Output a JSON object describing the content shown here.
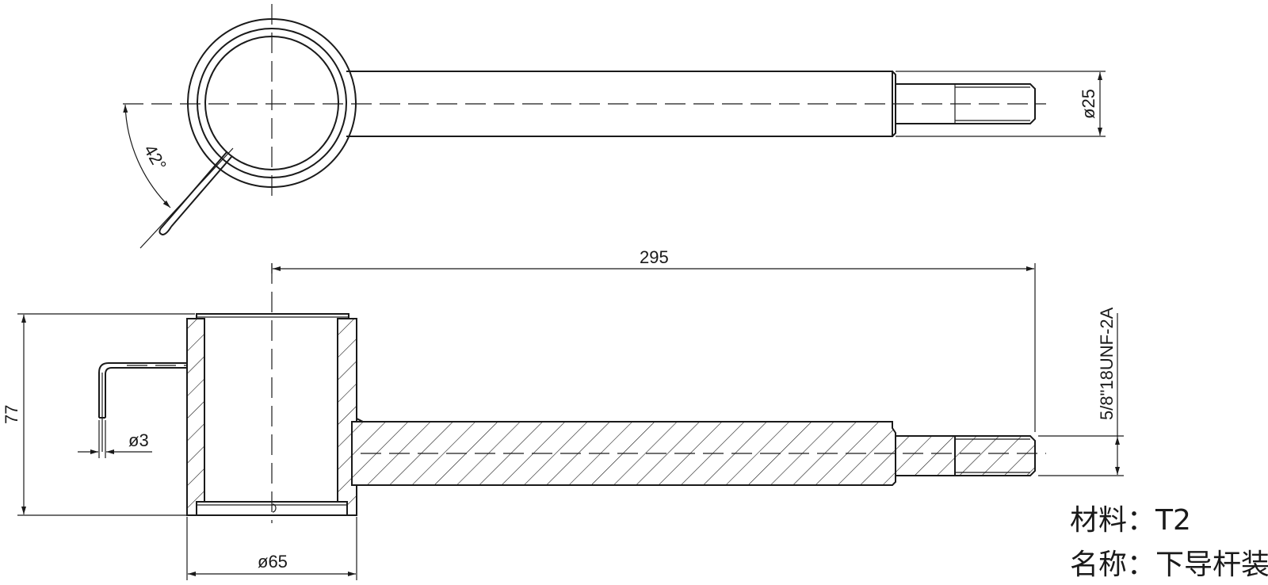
{
  "dimensions": {
    "angle": "42°",
    "shaft_diameter": "ø25",
    "overall_length": "295",
    "thread_spec": "5/8\"18UNF-2A",
    "height": "77",
    "pin_diameter": "ø3",
    "cup_diameter": "ø65"
  },
  "title_block": {
    "material_label": "材料：",
    "material_value": "T2",
    "name_label": "名称：",
    "name_value": "下导杆装配"
  }
}
